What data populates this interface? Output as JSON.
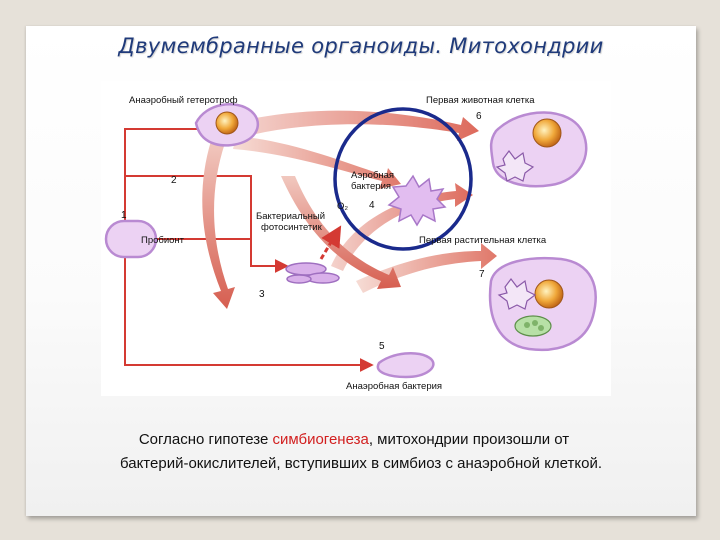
{
  "slide": {
    "title": "Двумембранные органоиды. Митохондрии"
  },
  "diagram": {
    "labels": {
      "anaerobic_heterotroph": "Анаэробный гетеротроф",
      "first_animal_cell": "Первая животная клетка",
      "aerobic_bacterium_line1": "Аэробная",
      "aerobic_bacterium_line2": "бактерия",
      "bacterial_photosynthetic_line1": "Бактериальный",
      "bacterial_photosynthetic_line2": "фотосинтетик",
      "probiont": "Пробионт",
      "first_plant_cell": "Первая растительная клетка",
      "anaerobic_bacterium": "Анаэробная бактерия",
      "oxygen": "O₂"
    },
    "numbers": [
      "1",
      "2",
      "3",
      "4",
      "5",
      "6",
      "7"
    ],
    "colors": {
      "arrow_red": "#d43a33",
      "cell_membrane": "#b98ad2",
      "cell_fill": "#ecd2f3",
      "nucleus": "#e8942c",
      "highlight_circle": "#1a2a8c"
    }
  },
  "caption": {
    "prefix": "Согласно гипотезе ",
    "highlight": "симбиогенеза",
    "line1_rest": ", митохондрии произошли от",
    "line2": "бактерий-окислителей, вступивших в симбиоз с анаэробной клеткой."
  }
}
